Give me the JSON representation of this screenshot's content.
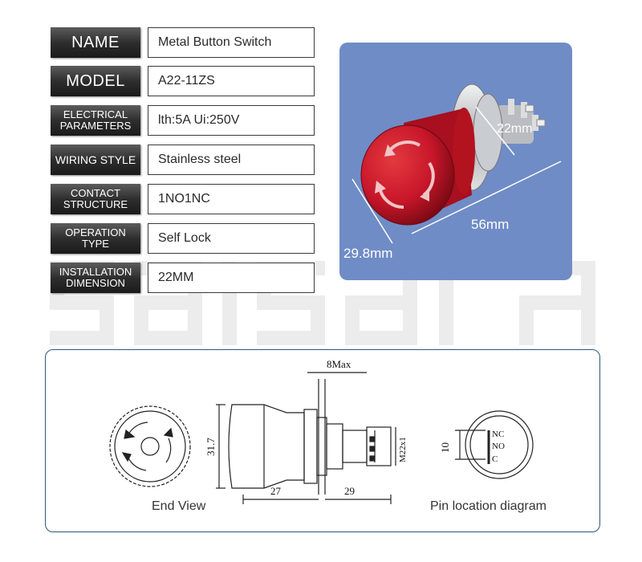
{
  "specs": [
    {
      "label": "NAME",
      "value": "Metal Button Switch"
    },
    {
      "label": "MODEL",
      "value": "A22-11ZS"
    },
    {
      "label": "ELECTRICAL\nPARAMETERS",
      "value": "lth:5A Ui:250V"
    },
    {
      "label": "WIRING STYLE",
      "value": "Stainless steel"
    },
    {
      "label": "CONTACT\nSTRUCTURE",
      "value": "1NO1NC"
    },
    {
      "label": "OPERATION\nTYPE",
      "value": "Self Lock"
    },
    {
      "label": "INSTALLATION\nDIMENSION",
      "value": "22MM"
    }
  ],
  "photo": {
    "dim_22": "22mm",
    "dim_56": "56mm",
    "dim_29_8": "29.8mm",
    "background_color": "#6f8cc6",
    "button_color": "#c8162a"
  },
  "watermark_text": "salsar",
  "diagram": {
    "dim_8max": "8Max",
    "dim_31_7": "31.7",
    "dim_27": "27",
    "dim_29": "29",
    "dim_m22x1": "M22x1",
    "dim_10": "10",
    "pin_nc": "NC",
    "pin_no": "NO",
    "pin_c": "C",
    "end_view_caption": "End View",
    "pin_caption": "Pin location diagram",
    "border_color": "#2a5a78"
  }
}
